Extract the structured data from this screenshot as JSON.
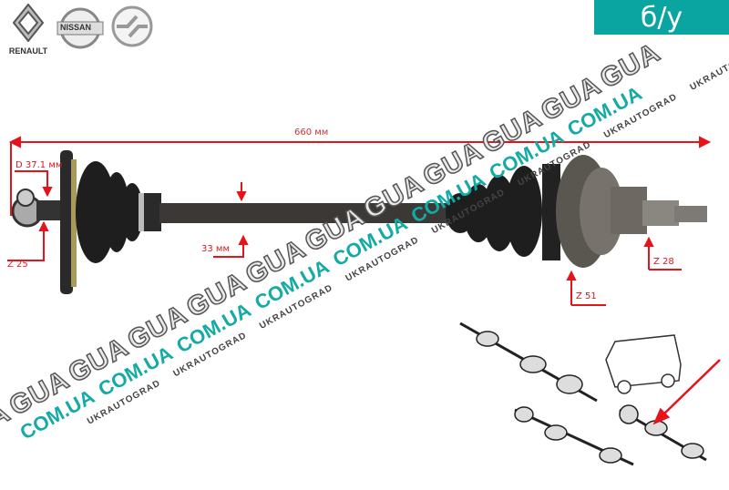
{
  "brands": [
    "RENAULT",
    "NISSAN"
  ],
  "badge": "б/у",
  "dimensions": {
    "length": "660 мм",
    "diameter": "D 37.1 мм",
    "shaft": "33 мм",
    "z_inner": "Z 25",
    "z_abs": "Z 51",
    "z_outer": "Z 28"
  },
  "watermark": {
    "gua": "GUA",
    "com": "COM.UA",
    "ukr": "UKRAUTOGRAD"
  },
  "colors": {
    "accent": "#0aa5a1",
    "annotation": "#e5141b"
  }
}
